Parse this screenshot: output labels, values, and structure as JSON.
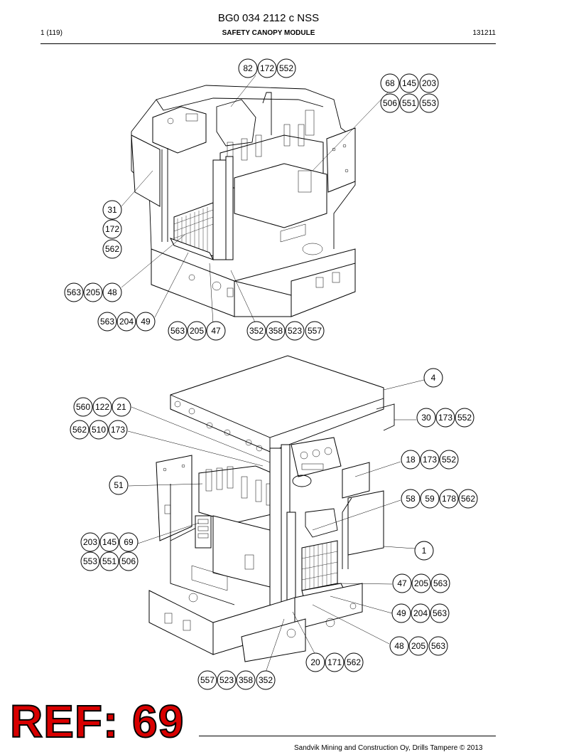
{
  "header": {
    "title": "BG0 034 2112 c NSS",
    "page": "1 (119)",
    "section": "SAFETY CANOPY MODULE",
    "code": "131211"
  },
  "stamp": "REF: 69",
  "footer": "Sandvik Mining and Construction Oy, Drills Tampere © 2013",
  "callouts_top": [
    "82",
    "172",
    "552",
    "68",
    "145",
    "203",
    "506",
    "551",
    "553",
    "31",
    "172",
    "562",
    "563",
    "205",
    "48",
    "563",
    "204",
    "49",
    "563",
    "205",
    "47",
    "352",
    "358",
    "523",
    "557"
  ],
  "callouts_bottom": [
    "4",
    "30",
    "173",
    "552",
    "560",
    "122",
    "21",
    "562",
    "510",
    "173",
    "18",
    "173",
    "552",
    "51",
    "58",
    "59",
    "178",
    "562",
    "203",
    "145",
    "69",
    "553",
    "551",
    "506",
    "1",
    "47",
    "205",
    "563",
    "49",
    "204",
    "563",
    "48",
    "205",
    "563",
    "20",
    "171",
    "562",
    "557",
    "523",
    "358",
    "352"
  ]
}
